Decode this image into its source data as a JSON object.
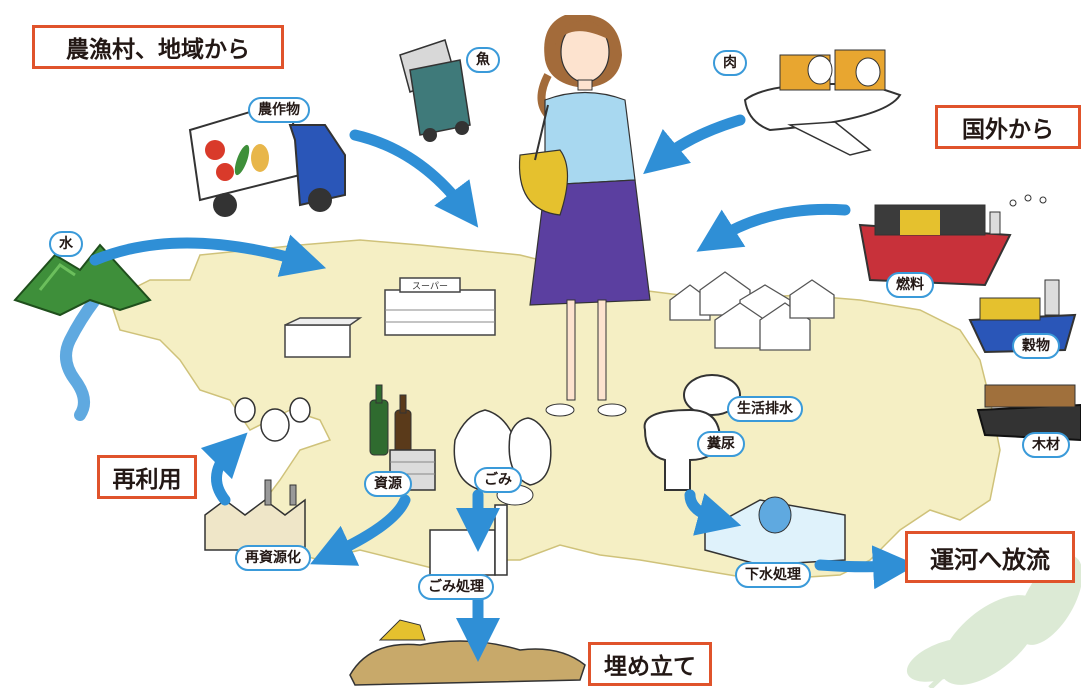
{
  "boxes": {
    "rural_source": "農漁村、地域から",
    "overseas": "国外から",
    "reuse": "再利用",
    "canal": "運河へ放流",
    "landfill": "埋め立て"
  },
  "pills": {
    "fish": "魚",
    "meat": "肉",
    "crops": "農作物",
    "water": "水",
    "fuel": "燃料",
    "grain": "穀物",
    "timber": "木材",
    "resources": "資源",
    "garbage": "ごみ",
    "recycling": "再資源化",
    "garbage_processing": "ごみ処理",
    "domestic_wastewater": "生活排水",
    "excrement": "糞尿",
    "sewage_treatment": "下水処理"
  },
  "signs": {
    "supermarket": "スーパー"
  },
  "colors": {
    "arrow": "#2f8fd6",
    "box_border": "#e0532b",
    "pill_border": "#3a9ad9",
    "land": "#f5efc4",
    "mountain": "#3e8f3a",
    "dress": "#5b3fa0",
    "blouse": "#a8d8f0",
    "bag": "#e5c12e"
  }
}
